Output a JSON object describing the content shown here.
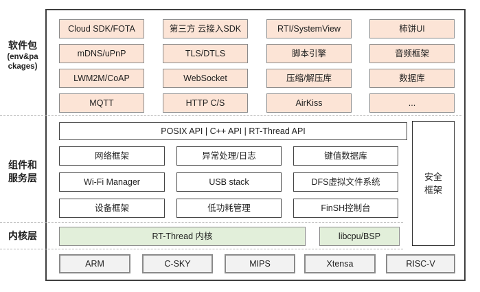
{
  "colors": {
    "package_fill": "#fce4d6",
    "kernel_fill": "#e2efda",
    "cpu_fill": "#f2f2f2",
    "box_border": "#8a8a8a",
    "dark_border": "#454545",
    "outer_border": "#3f3f3f",
    "divider": "#b2b2b2"
  },
  "side_labels": {
    "packages_zh": "软件包",
    "packages_en_line1": "(env&pa",
    "packages_en_line2": "ckages)",
    "components_line1": "组件和",
    "components_line2": "服务层",
    "kernel": "内核层"
  },
  "packages": {
    "items": [
      "Cloud SDK/FOTA",
      "第三方 云接入SDK",
      "RTI/SystemView",
      "柿饼UI",
      "mDNS/uPnP",
      "TLS/DTLS",
      "脚本引擎",
      "音频框架",
      "LWM2M/CoAP",
      "WebSocket",
      "压缩/解压库",
      "数据库",
      "MQTT",
      "HTTP C/S",
      "AirKiss",
      "..."
    ]
  },
  "components": {
    "api_bar": "POSIX API  |  C++ API  |  RT-Thread API",
    "items": [
      "网络框架",
      "异常处理/日志",
      "键值数据库",
      "Wi-Fi Manager",
      "USB stack",
      "DFS虚拟文件系统",
      "设备框架",
      "低功耗管理",
      "FinSH控制台"
    ],
    "security_line1": "安全",
    "security_line2": "框架"
  },
  "kernel": {
    "kernel_box": "RT-Thread 内核",
    "libcpu_box": "libcpu/BSP"
  },
  "cpus": [
    "ARM",
    "C-SKY",
    "MIPS",
    "Xtensa",
    "RISC-V"
  ]
}
